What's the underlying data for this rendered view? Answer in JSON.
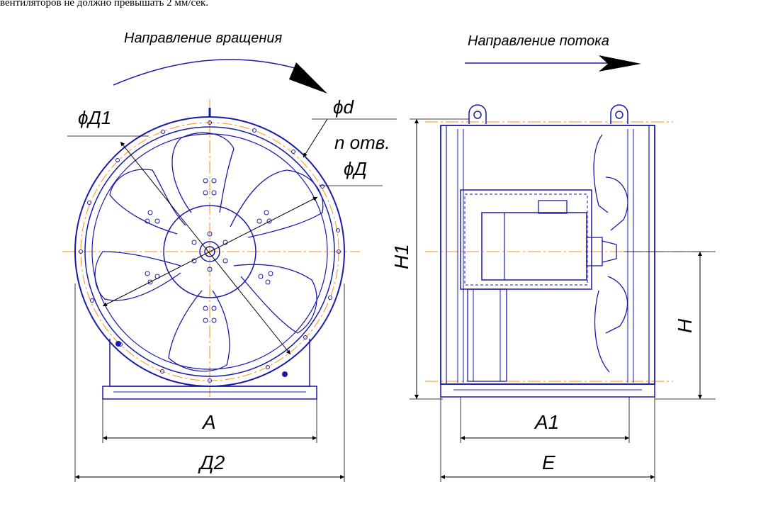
{
  "header_text": "вентиляторов не должно превышать 2 мм/сек.",
  "labels": {
    "rotation_direction": "Направление вращения",
    "flow_direction": "Направление потока",
    "phi_d1": "ϕД1",
    "phi_small_d": "ϕd",
    "n_holes": "n отв.",
    "phi_d": "ϕД",
    "A": "A",
    "D2": "Д2",
    "H1": "H1",
    "H": "H",
    "A1": "A1",
    "E": "E"
  },
  "colors": {
    "drawing_line": "#1a1aa8",
    "center_line": "#ff8c1a",
    "dimension_line": "#000000"
  }
}
